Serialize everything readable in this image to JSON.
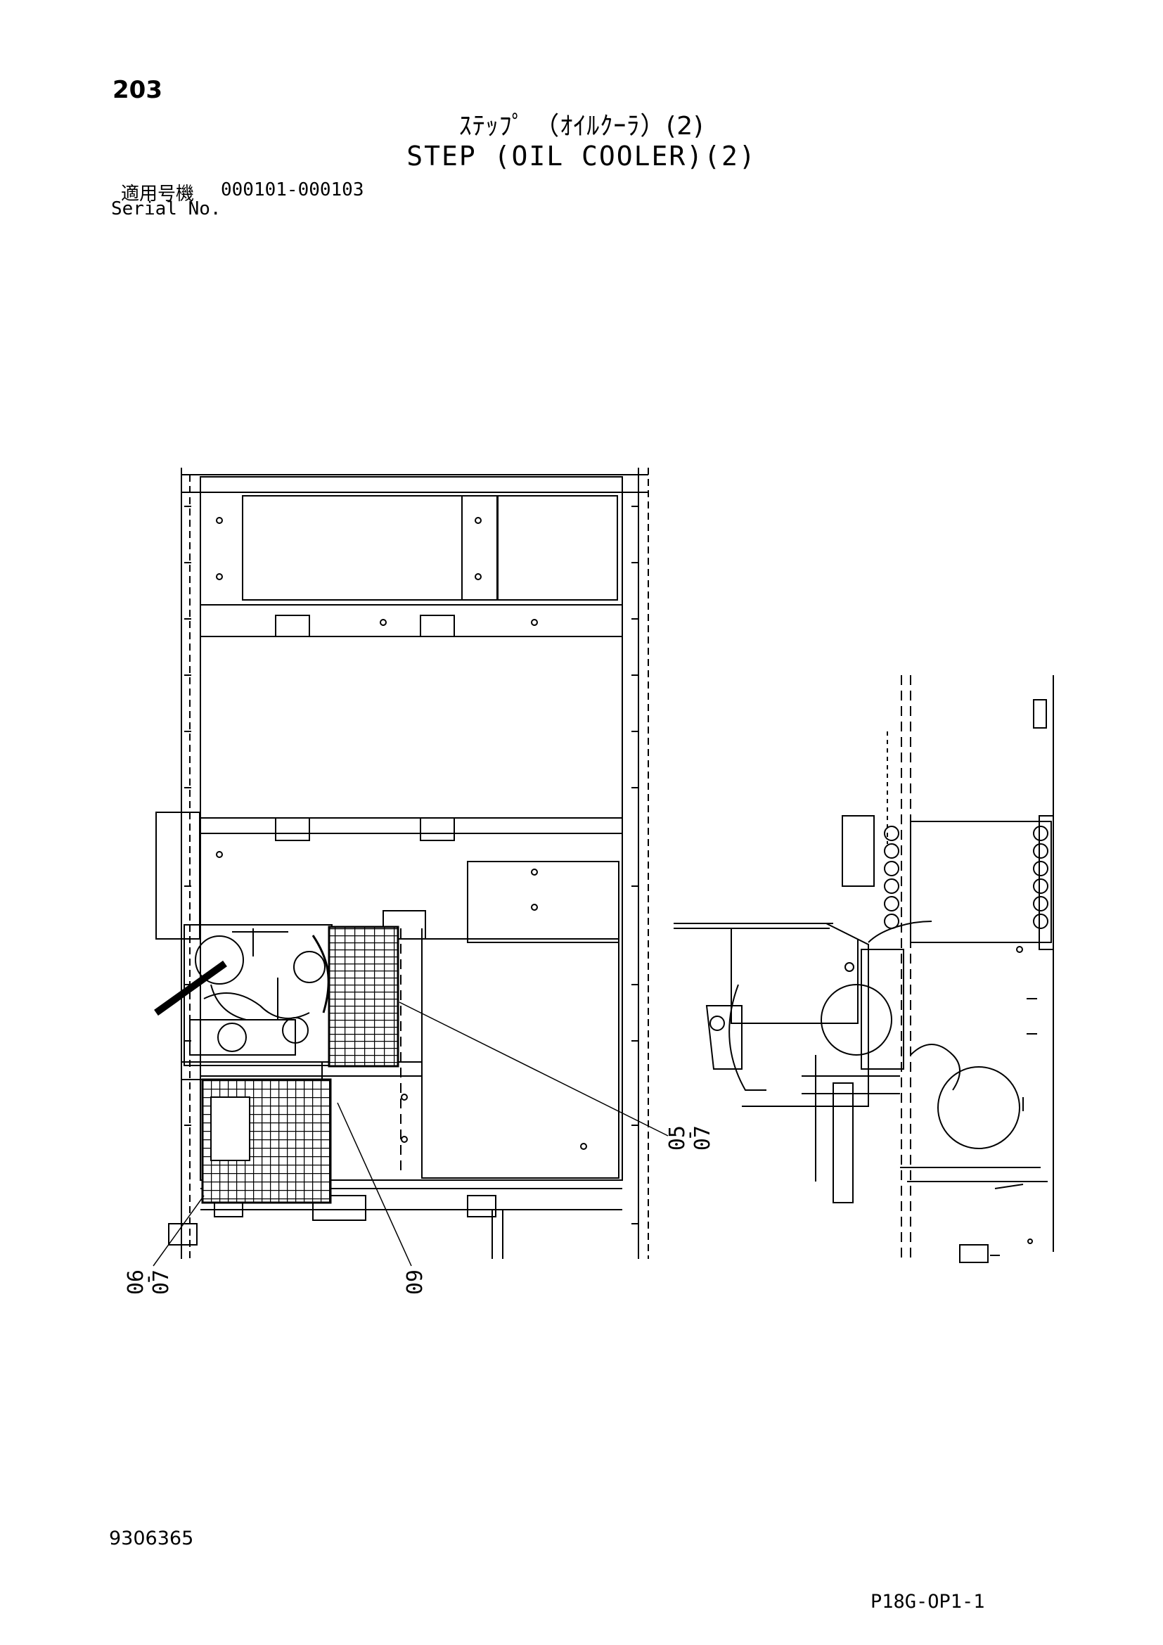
{
  "header": {
    "page_number": "203",
    "title_japanese": "ｽﾃｯﾌﾟ （ｵｲﾙｸｰﾗ）(2)",
    "title_english": "STEP (OIL COOLER)(2)",
    "serial_label_japanese": "適用号機",
    "serial_range": "000101-000103",
    "serial_label_english": "Serial No."
  },
  "callouts": [
    {
      "id": "callout-05-07",
      "top": "05",
      "bottom": "07"
    },
    {
      "id": "callout-06-07",
      "top": "06",
      "bottom": "07"
    },
    {
      "id": "callout-09",
      "top": "09",
      "bottom": ""
    }
  ],
  "footer": {
    "document_number": "9306365",
    "sheet_code": "P18G-OP1-1"
  }
}
